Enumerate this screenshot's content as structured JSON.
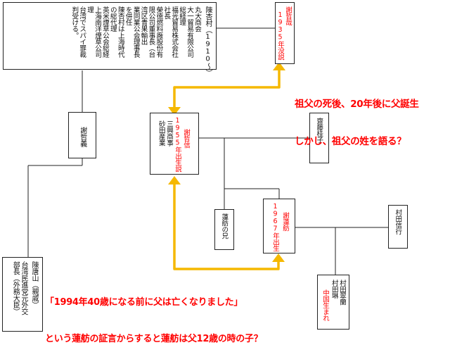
{
  "persons": {
    "chin_kyoson": {
      "name": "陳杏村（1910〜）",
      "career": [
        "丸大商会",
        "大一貿易有限公司",
        "総経理",
        "福光貿易株式会社",
        "社長",
        "榮徳燃料廠股份有",
        "限公司董事長（台",
        "湾区青果輸出",
        "業同業公会理事長",
        "を併任",
        "陳杏村は上海時代",
        "の総代理",
        "英米煙草公会総経",
        "上海南洋煙草公司",
        "理",
        "台湾でスパイ罪裁",
        "判受ける。"
      ]
    },
    "shasouji": {
      "name": "謝哲義"
    },
    "chin_touzan": {
      "name": "陳唐山（親戚）",
      "career": [
        "台湾民進党元外交",
        "部長（外務大臣）"
      ]
    },
    "saisaku": {
      "name": "謝哲哉",
      "note": "1935年没説"
    },
    "father": {
      "name": "謝哲信",
      "note": "1955年出生説",
      "career": [
        "三興商事",
        "砂田産業"
      ]
    },
    "saito": {
      "name": "齋藤桂子"
    },
    "brother": {
      "name": "蓮舫の兄"
    },
    "renho": {
      "name": "謝蓮舫",
      "note": "1967年出生"
    },
    "murata_nobuyuki": {
      "name": "村田信行"
    },
    "children": {
      "names": [
        "村田翠蘭",
        "村田琳"
      ],
      "note": "中国生まれ"
    }
  },
  "annotations": {
    "top": [
      "祖父の死後、20年後に父誕生",
      "しかし、祖父の姓を語る？"
    ],
    "bottom": [
      "「1994年40歳になる前に父は亡くなりました」",
      "という蓮舫の証言からすると蓮舫は父12歳の時の子？"
    ]
  },
  "colors": {
    "accent": "#ff0000",
    "arrow": "#f5b800",
    "line": "#222222"
  }
}
